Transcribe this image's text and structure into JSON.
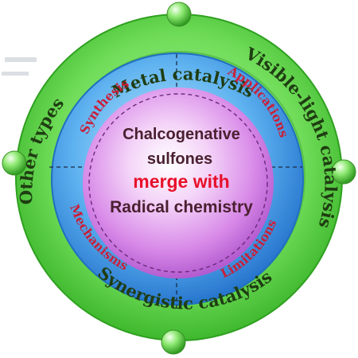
{
  "outer_labels": {
    "top": "Metal catalysis",
    "right": "Visible-light catalysis",
    "bottom": "Synergistic catalysis",
    "left": "Other types"
  },
  "inner_labels": {
    "top_left": "Synthesis",
    "top_right": "Applications",
    "bottom_left": "Mechanisms",
    "bottom_right": "Limitations"
  },
  "center": {
    "line1": "Chalcogenative",
    "line2": "sulfones",
    "line3": "merge with",
    "line4": "Radical chemistry"
  },
  "colors": {
    "outer_ring": "#5ed64a",
    "middle_ring": "#3a8fe0",
    "center_sphere": "#d98ee6",
    "outer_text": "#1f3d12",
    "inner_text": "#c8203a",
    "accent_text": "#e8102a",
    "center_text": "#4a2030"
  }
}
